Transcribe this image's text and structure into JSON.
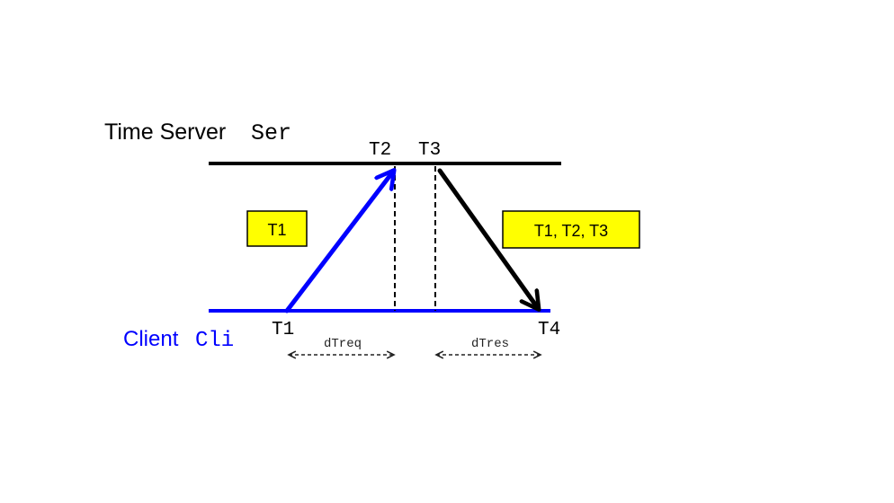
{
  "server": {
    "label": "Time Server",
    "code": "Ser"
  },
  "client": {
    "label": "Client",
    "code": "Cli"
  },
  "timestamps": {
    "t1": "T1",
    "t2": "T2",
    "t3": "T3",
    "t4": "T4"
  },
  "messages": {
    "request_payload": "T1",
    "response_payload": "T1, T2, T3"
  },
  "durations": {
    "request": "dTreq",
    "response": "dTres"
  },
  "colors": {
    "server_line": "#000000",
    "client_line": "#0000ff",
    "request_arrow": "#0000ff",
    "response_arrow": "#000000",
    "payload_fill": "#ffff00",
    "client_text": "#0000ff"
  }
}
